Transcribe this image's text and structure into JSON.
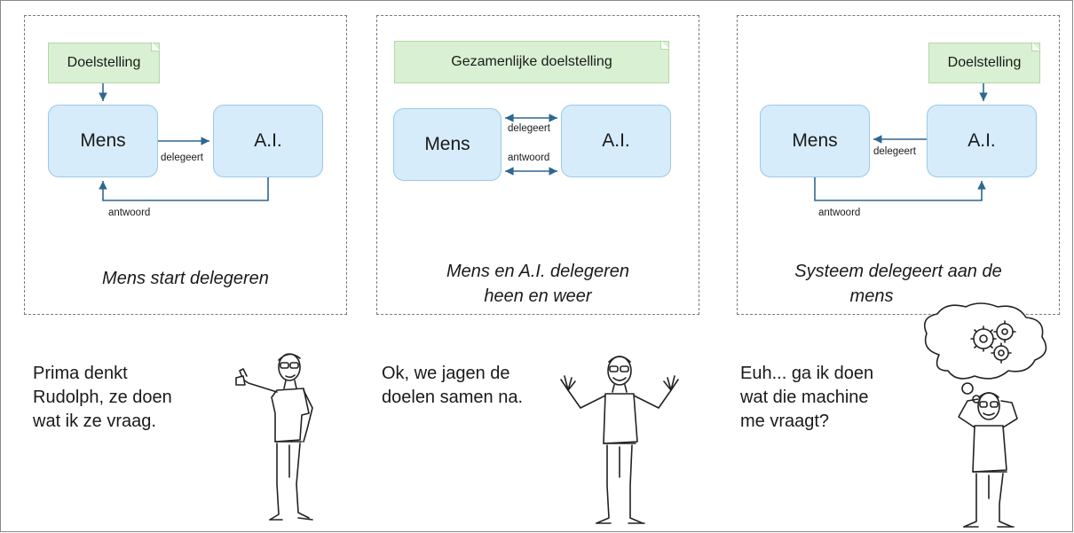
{
  "colors": {
    "box_fill": "#d6ecfb",
    "goal_fill": "#d9f0d3",
    "arrow": "#2e6790"
  },
  "panels": [
    {
      "goal_label": "Doelstelling",
      "mens_label": "Mens",
      "ai_label": "A.I.",
      "delegates_label": "delegeert",
      "answer_label": "antwoord",
      "caption": "Mens start delegeren"
    },
    {
      "goal_label": "Gezamenlijke doelstelling",
      "mens_label": "Mens",
      "ai_label": "A.I.",
      "delegates_label": "delegeert",
      "answer_label": "antwoord",
      "caption_line1": "Mens en A.I. delegeren",
      "caption_line2": "heen en weer"
    },
    {
      "goal_label": "Doelstelling",
      "mens_label": "Mens",
      "ai_label": "A.I.",
      "delegates_label": "delegeert",
      "answer_label": "antwoord",
      "caption_line1": "Systeem delegeert aan de",
      "caption_line2": "mens"
    }
  ],
  "speech": [
    {
      "line1": "Prima denkt",
      "line2": "Rudolph, ze doen",
      "line3": "wat ik ze vraag."
    },
    {
      "line1": "Ok, we jagen de",
      "line2": "doelen samen na."
    },
    {
      "line1": "Euh... ga ik doen",
      "line2": "wat die machine",
      "line3": "me vraagt?"
    }
  ],
  "illustrations": [
    {
      "icon": "man-thumbs-up-icon"
    },
    {
      "icon": "man-arms-raised-icon"
    },
    {
      "icon": "man-thinking-gears-icon"
    }
  ]
}
